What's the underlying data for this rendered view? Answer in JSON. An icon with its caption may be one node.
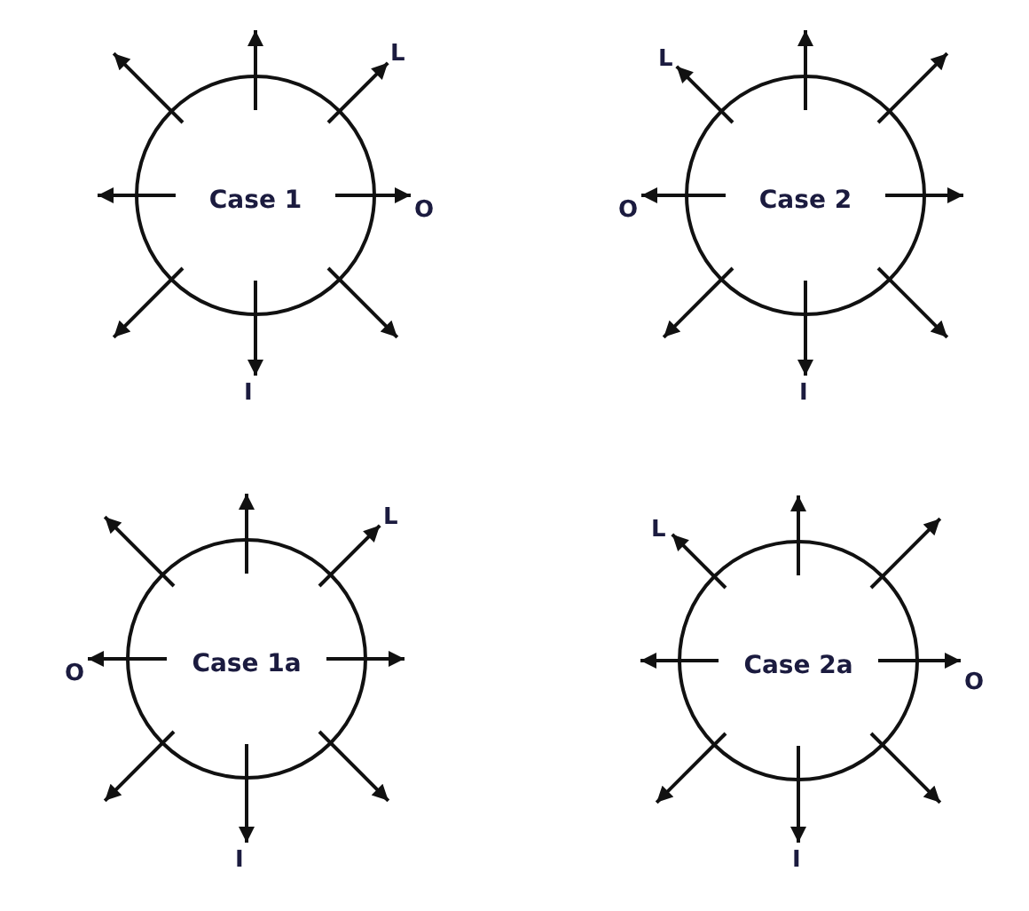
{
  "diagram": {
    "nodes": [
      {
        "text": [
          "Case 1"
        ]
      },
      {
        "text": [
          "L"
        ]
      },
      {
        "text": [
          "O"
        ]
      },
      {
        "text": [
          "I"
        ]
      },
      {
        "text": [
          "Case 2"
        ]
      },
      {
        "text": [
          "L"
        ]
      },
      {
        "text": [
          "O"
        ]
      },
      {
        "text": [
          "I"
        ]
      },
      {
        "text": [
          "Case 1a"
        ]
      },
      {
        "text": [
          "L"
        ]
      },
      {
        "text": [
          "O"
        ]
      },
      {
        "text": [
          "I"
        ]
      },
      {
        "text": [
          "Case 2a"
        ]
      },
      {
        "text": [
          "L"
        ]
      },
      {
        "text": [
          "O"
        ]
      },
      {
        "text": [
          "I"
        ]
      }
    ],
    "edges": [
      {
        "from": 0,
        "to": null,
        "arrow": "to"
      },
      {
        "from": 0,
        "to": 1,
        "arrow": "to"
      },
      {
        "from": 0,
        "to": 2,
        "arrow": "to"
      },
      {
        "from": 0,
        "to": null,
        "arrow": "to"
      },
      {
        "from": 0,
        "to": 3,
        "arrow": "to"
      },
      {
        "from": 0,
        "to": null,
        "arrow": "to"
      },
      {
        "from": 0,
        "to": null,
        "arrow": "to"
      },
      {
        "from": 0,
        "to": null,
        "arrow": "to"
      },
      {
        "from": 4,
        "to": null,
        "arrow": "to"
      },
      {
        "from": 4,
        "to": null,
        "arrow": "to"
      },
      {
        "from": 4,
        "to": null,
        "arrow": "to"
      },
      {
        "from": 4,
        "to": null,
        "arrow": "to"
      },
      {
        "from": 4,
        "to": 7,
        "arrow": "to"
      },
      {
        "from": 4,
        "to": null,
        "arrow": "to"
      },
      {
        "from": 4,
        "to": 6,
        "arrow": "to"
      },
      {
        "from": 4,
        "to": 5,
        "arrow": "to"
      },
      {
        "from": 8,
        "to": null,
        "arrow": "to"
      },
      {
        "from": 8,
        "to": 9,
        "arrow": "to"
      },
      {
        "from": 8,
        "to": null,
        "arrow": "to"
      },
      {
        "from": 8,
        "to": null,
        "arrow": "to"
      },
      {
        "from": 8,
        "to": 11,
        "arrow": "to"
      },
      {
        "from": 8,
        "to": null,
        "arrow": "to"
      },
      {
        "from": 8,
        "to": 10,
        "arrow": "to"
      },
      {
        "from": 8,
        "to": null,
        "arrow": "to"
      },
      {
        "from": 12,
        "to": null,
        "arrow": "to"
      },
      {
        "from": 12,
        "to": null,
        "arrow": "to"
      },
      {
        "from": 12,
        "to": 14,
        "arrow": "to"
      },
      {
        "from": 12,
        "to": null,
        "arrow": "to"
      },
      {
        "from": 12,
        "to": 15,
        "arrow": "to"
      },
      {
        "from": 12,
        "to": null,
        "arrow": "to"
      },
      {
        "from": 12,
        "to": null,
        "arrow": "to"
      },
      {
        "from": 12,
        "to": 13,
        "arrow": "to"
      }
    ]
  }
}
